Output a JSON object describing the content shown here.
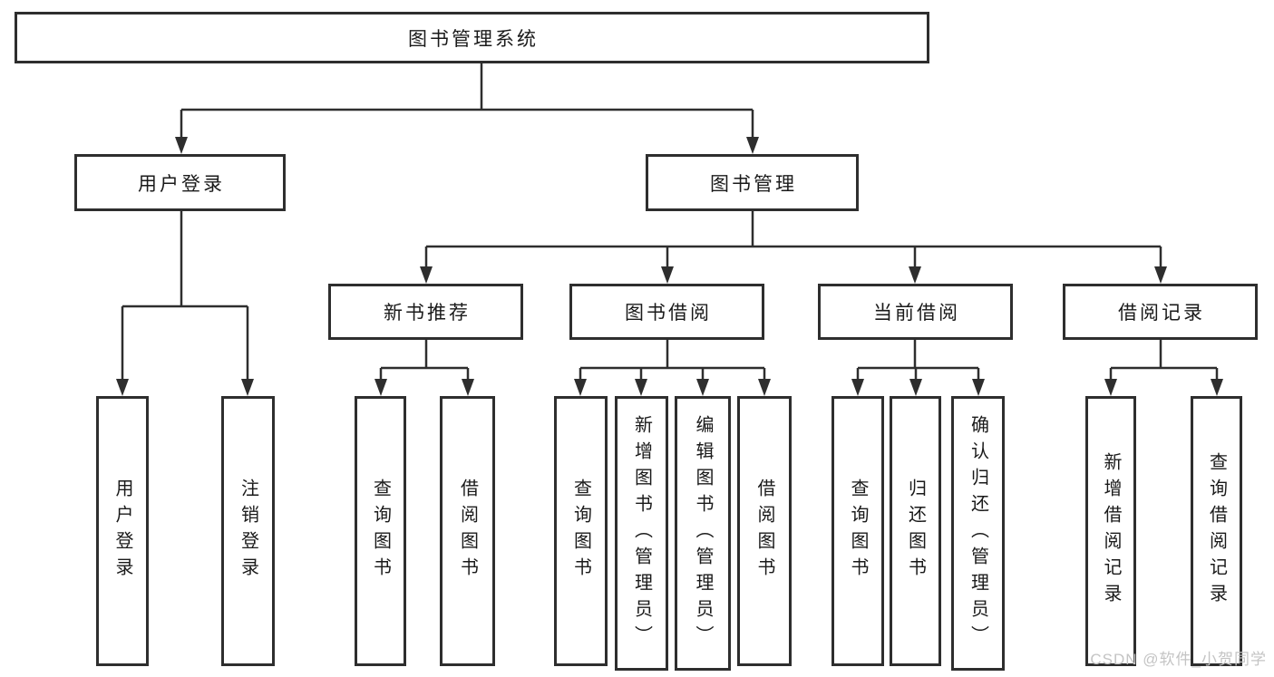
{
  "nodes": {
    "root": {
      "label": "图书管理系统"
    },
    "user_login": {
      "label": "用户登录"
    },
    "book_mgmt": {
      "label": "图书管理"
    },
    "new_book_rec": {
      "label": "新书推荐"
    },
    "book_borrow": {
      "label": "图书借阅"
    },
    "current_borrow": {
      "label": "当前借阅"
    },
    "borrow_record": {
      "label": "借阅记录"
    },
    "leaf_user_login": {
      "label": "用户登录"
    },
    "leaf_logout": {
      "label": "注销登录"
    },
    "leaf_rec_query": {
      "label": "查询图书"
    },
    "leaf_rec_borrow": {
      "label": "借阅图书"
    },
    "leaf_bb_query": {
      "label": "查询图书"
    },
    "leaf_bb_add": {
      "label": "新增图书（管理员）"
    },
    "leaf_bb_edit": {
      "label": "编辑图书（管理员）"
    },
    "leaf_bb_borrow": {
      "label": "借阅图书"
    },
    "leaf_cb_query": {
      "label": "查询图书"
    },
    "leaf_cb_return": {
      "label": "归还图书"
    },
    "leaf_cb_confirm": {
      "label": "确认归还（管理员）"
    },
    "leaf_br_add": {
      "label": "新增借阅记录"
    },
    "leaf_br_query": {
      "label": "查询借阅记录"
    }
  },
  "watermark": "CSDN @软件_小贺同学",
  "colors": {
    "line": "#2e2e2e",
    "box_border": "#2e2e2e",
    "text": "#1a1a1a",
    "watermark": "#c4c4c4",
    "background": "#ffffff"
  }
}
